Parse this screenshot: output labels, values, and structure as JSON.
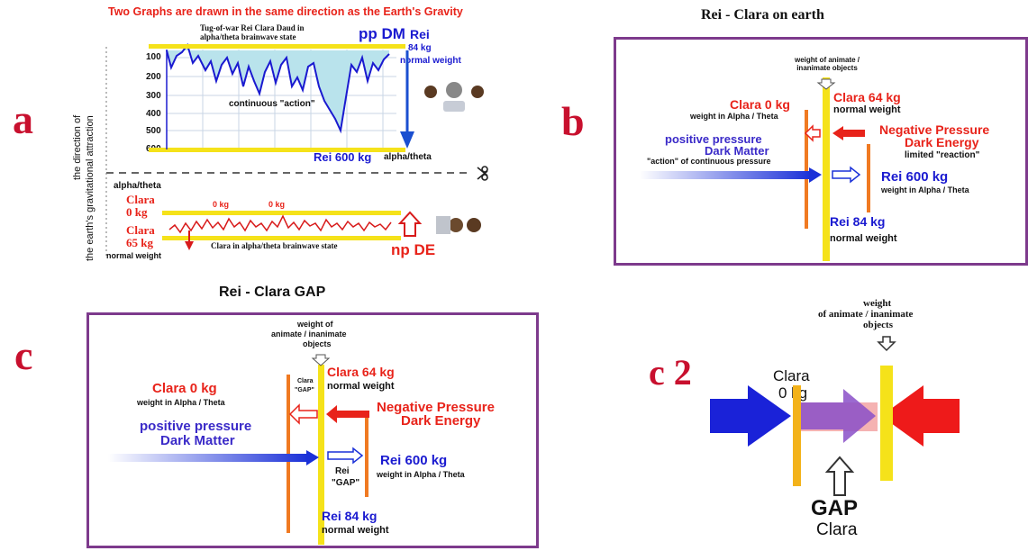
{
  "letters": {
    "a": "a",
    "b": "b",
    "c": "c",
    "c2": "c 2"
  },
  "panel_a": {
    "title": "Two Graphs are drawn in the same direction as the Earth's Gravity",
    "subtitle": "Tug-of-war Rei Clara Daud in alpha/theta brainwave state",
    "pp_dm": "pp DM",
    "rei": "Rei",
    "rei_weight": "84 kg",
    "normal_weight": "normal weight",
    "continuous_action": "continuous \"action\"",
    "rei_600": "Rei 600 kg",
    "alpha_theta": "alpha/theta",
    "y_axis_label_1": "the direction of",
    "y_axis_label_2": "the earth's gravitational attraction",
    "y_ticks": [
      "100",
      "200",
      "300",
      "400",
      "500",
      "600"
    ],
    "alpha_theta_left": "alpha/theta",
    "clara": "Clara",
    "clara_0": "0 kg",
    "zero_kg_1": "0 kg",
    "zero_kg_2": "0 kg",
    "clara_65": "65 kg",
    "clara_state": "Clara in alpha/theta brainwave state",
    "normal_weight_bottom": "normal weight",
    "np_de": "np DE"
  },
  "panel_b": {
    "title": "Rei - Clara  on earth",
    "weight_label": "weight of animate / inanimate objects",
    "clara_64": "Clara 64 kg",
    "normal_weight": "normal weight",
    "clara_0": "Clara 0 kg",
    "weight_alpha": "weight in Alpha / Theta",
    "pos_pressure": "positive pressure",
    "dark_matter": "Dark Matter",
    "action_cont": "\"action\" of continuous pressure",
    "neg_pressure": "Negative Pressure",
    "dark_energy": "Dark Energy",
    "limited_reaction": "limited \"reaction\"",
    "rei_600": "Rei 600 kg",
    "weight_alpha_2": "weight in Alpha / Theta",
    "rei_84": "Rei 84 kg",
    "normal_weight_2": "normal weight"
  },
  "panel_c": {
    "title": "Rei  -  Clara     GAP",
    "weight_label_1": "weight of",
    "weight_label_2": "animate / inanimate",
    "weight_label_3": "objects",
    "clara_64": "Clara 64 kg",
    "normal_weight": "normal weight",
    "clara_gap_1": "Clara",
    "clara_gap_2": "\"GAP\"",
    "clara_0": "Clara 0 kg",
    "weight_alpha": "weight in Alpha / Theta",
    "neg_pressure": "Negative Pressure",
    "dark_energy": "Dark Energy",
    "pos_pressure": "positive pressure",
    "dark_matter": "Dark Matter",
    "rei_600": "Rei 600 kg",
    "weight_alpha_2": "weight in Alpha / Theta",
    "rei_gap_1": "Rei",
    "rei_gap_2": "\"GAP\"",
    "rei_84": "Rei 84 kg",
    "normal_weight_2": "normal weight"
  },
  "panel_c2": {
    "weight_1": "weight",
    "weight_2": "of animate / inanimate",
    "weight_3": "objects",
    "clara": "Clara",
    "clara_0": "0 kg",
    "gap": "GAP",
    "gap_clara": "Clara"
  }
}
